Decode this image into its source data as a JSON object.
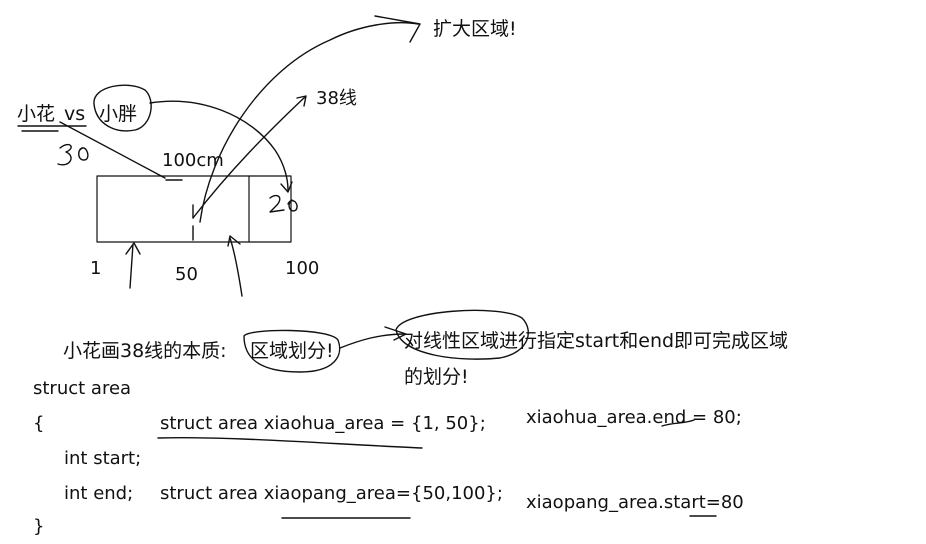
{
  "labels": {
    "expand": "扩大区域!",
    "line38": "38线",
    "xiaohua": "小花",
    "vs": "vs",
    "xiaopang": "小胖",
    "width_100cm": "100cm",
    "tick_1": "1",
    "tick_50": "50",
    "tick_100": "100",
    "essence_prefix": "小花画38线的本质:",
    "essence_boxed": "区域划分!",
    "explain_line1": "对线性区域进行指定start和end即可完成区域",
    "explain_line2": "的划分!"
  },
  "code": {
    "struct_decl": "struct area",
    "open_brace": "{",
    "field_start": "int start;",
    "field_end": "int end;",
    "close_brace": "}",
    "xiaohua_init": "struct area xiaohua_area = {1, 50};",
    "xiaopang_init": "struct area xiaopang_area={50,100};",
    "xiaohua_assign": "xiaohua_area.end = 80;",
    "xiaopang_assign": "xiaopang_area.start=80"
  },
  "colors": {
    "ink": "#111111",
    "background": "#ffffff"
  }
}
